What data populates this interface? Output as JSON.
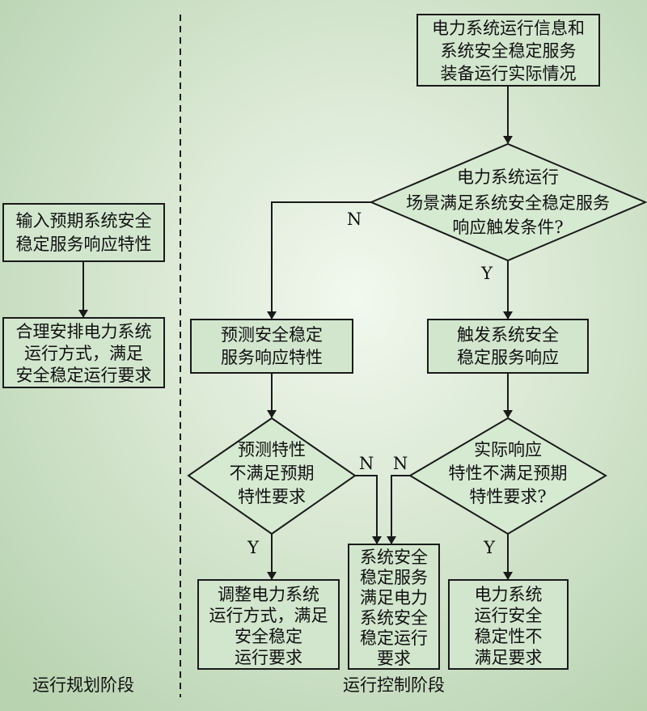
{
  "nodes": {
    "input": [
      "输入预期系统安全",
      "稳定服务响应特性"
    ],
    "arrange": [
      "合理安排电力系统",
      "运行方式，满足",
      "安全稳定运行要求"
    ],
    "top": [
      "电力系统运行信息和",
      "系统安全稳定服务",
      "装备运行实际情况"
    ],
    "decision1": [
      "电力系统运行",
      "场景满足系统安全稳定服务",
      "响应触发条件?"
    ],
    "predict": [
      "预测安全稳定",
      "服务响应特性"
    ],
    "trigger": [
      "触发系统安全",
      "稳定服务响应"
    ],
    "decision2": [
      "预测特性",
      "不满足预期",
      "特性要求"
    ],
    "decision3": [
      "实际响应",
      "特性不满足预期",
      "特性要求?"
    ],
    "adjust": [
      "调整电力系统",
      "运行方式，满足",
      "安全稳定",
      "运行要求"
    ],
    "middle": [
      "系统安全",
      "稳定服务",
      "满足电力",
      "系统安全",
      "稳定运行",
      "要求"
    ],
    "fail": [
      "电力系统",
      "运行安全",
      "稳定性不",
      "满足要求"
    ]
  },
  "edge_labels": {
    "d1_no": "N",
    "d1_yes": "Y",
    "d2_no": "N",
    "d2_yes": "Y",
    "d3_no": "N",
    "d3_yes": "Y"
  },
  "stages": {
    "planning": "运行规划阶段",
    "control": "运行控制阶段"
  },
  "colors": {
    "background_center": "#f2f8ee",
    "background_edge": "#b8d3b0",
    "stroke": "#1a1a1a"
  }
}
